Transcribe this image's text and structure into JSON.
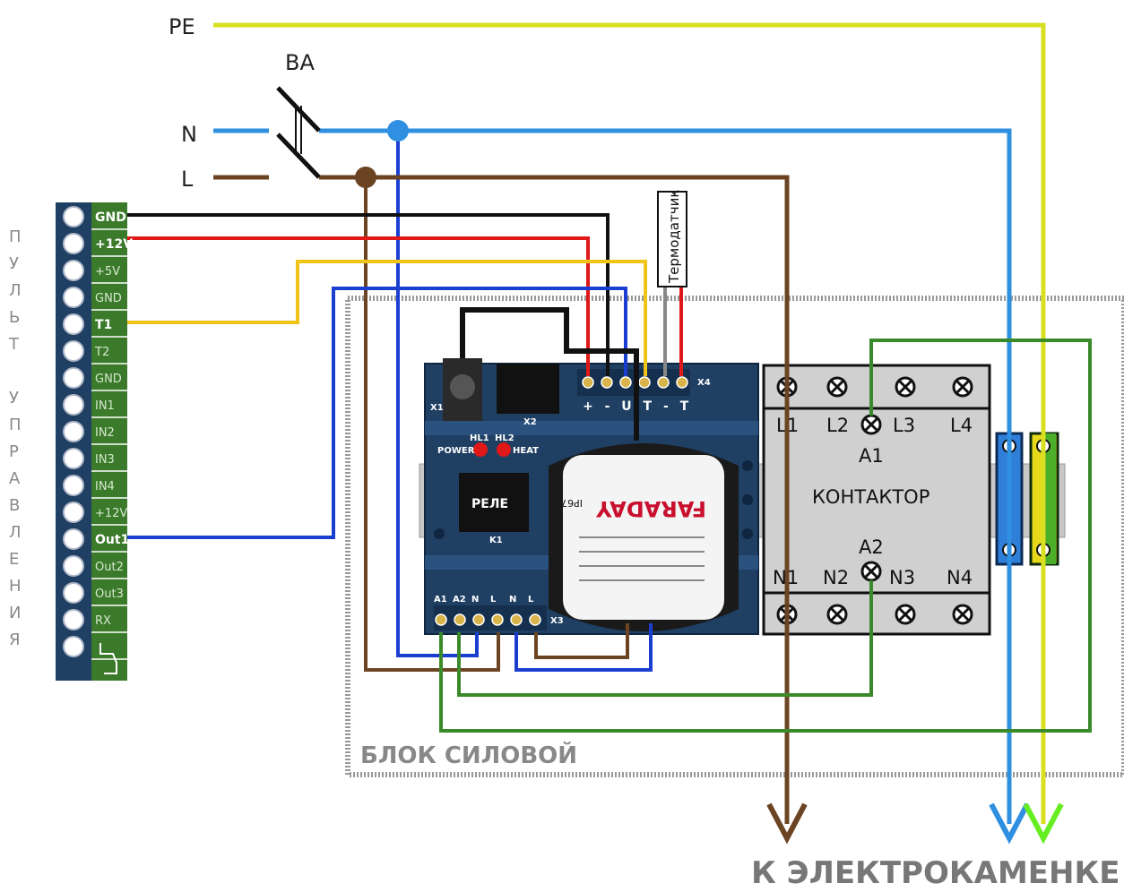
{
  "labels": {
    "pe": "PE",
    "va": "ВА",
    "n": "N",
    "l": "L",
    "thermosensor": "Термодатчик",
    "power_block": "БЛОК СИЛОВОЙ",
    "to_heater": "К ЭЛЕКТРОКАМЕНКЕ",
    "relay": "РЕЛЕ",
    "contactor": "КОНТАКТОР",
    "a1": "A1",
    "a2": "A2",
    "power": "POWER",
    "heat": "HEAT",
    "hl1": "HL1",
    "hl2": "HL2",
    "x1": "X1",
    "x2": "X2",
    "x3": "X3",
    "x4": "X4",
    "k1": "K1",
    "x4_pins": "+ - U T - T",
    "x3_pins": [
      "A1",
      "A2",
      "N",
      "L",
      "N",
      "L"
    ],
    "faraday": "FARADAY",
    "ip": "IP67"
  },
  "panel_title_letters": [
    "П",
    "У",
    "Л",
    "Ь",
    "Т",
    "",
    "У",
    "П",
    "Р",
    "А",
    "В",
    "Л",
    "Е",
    "Н",
    "И",
    "Я"
  ],
  "terminal_strip": [
    {
      "label": "GND",
      "active": true
    },
    {
      "label": "+12V",
      "active": true
    },
    {
      "label": "+5V",
      "active": false
    },
    {
      "label": "GND",
      "active": false
    },
    {
      "label": "T1",
      "active": true
    },
    {
      "label": "T2",
      "active": false
    },
    {
      "label": "GND",
      "active": false
    },
    {
      "label": "IN1",
      "active": false
    },
    {
      "label": "IN2",
      "active": false
    },
    {
      "label": "IN3",
      "active": false
    },
    {
      "label": "IN4",
      "active": false
    },
    {
      "label": "+12V",
      "active": false
    },
    {
      "label": "Out1",
      "active": true
    },
    {
      "label": "Out2",
      "active": false
    },
    {
      "label": "Out3",
      "active": false
    },
    {
      "label": "RX",
      "active": false
    },
    {
      "label": "",
      "active": false
    }
  ],
  "contactor_top": [
    "L1",
    "L2",
    "L3",
    "L4"
  ],
  "contactor_bottom": [
    "N1",
    "N2",
    "N3",
    "N4"
  ],
  "colors": {
    "pe_wire": "#d9e021",
    "n_wire": "#2f8fe0",
    "l_wire": "#6b4423",
    "gnd_wire": "#111111",
    "v12_wire": "#e01818",
    "t1_wire": "#f0c419",
    "out1_wire": "#1a3fd0",
    "a_wire": "#3a8a2a",
    "board": "#1f3f63",
    "terminal_green": "#3a7a2a",
    "contactor": "#d0d0d0"
  }
}
